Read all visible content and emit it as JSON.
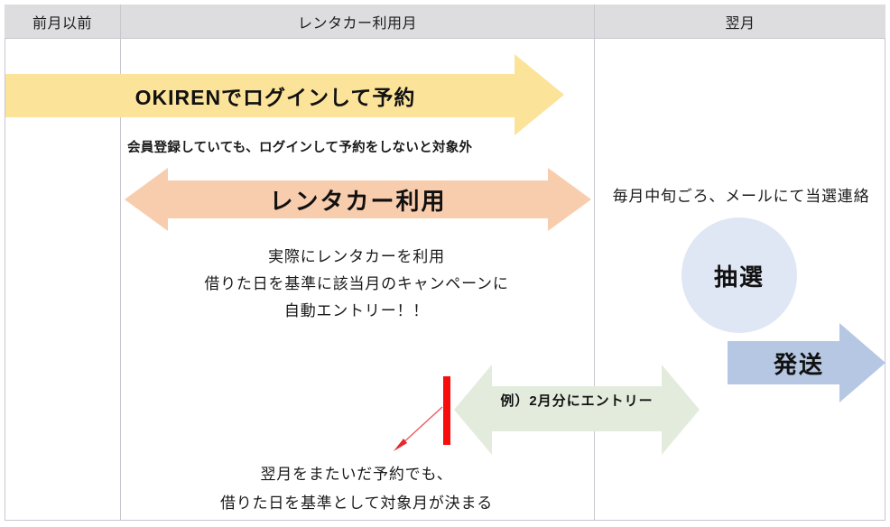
{
  "diagram": {
    "title_columns": [
      {
        "label": "前月以前",
        "name": "column-header-previous-months"
      },
      {
        "label": "レンタカー利用月",
        "name": "column-header-rental-month"
      },
      {
        "label": "翌月",
        "name": "column-header-next-month"
      }
    ],
    "yellow_arrow": {
      "label": "OKIRENでログインして予約",
      "note": "会員登録していても、ログインして予約をしないと対象外",
      "color": "#fce39a",
      "direction": "right"
    },
    "orange_arrow": {
      "label": "レンタカー利用",
      "color": "#f8cdae",
      "direction": "both",
      "notes": [
        "実際にレンタカーを利用",
        "借りた日を基準に該当月のキャンペーンに",
        "自動エントリー！！"
      ]
    },
    "green_arrow": {
      "label": "例）2月分にエントリー",
      "color": "#e3ecdc",
      "direction": "both"
    },
    "red_marker": {
      "color": "#f90c0c",
      "pointer_color": "#f24b4b"
    },
    "bottom_notes": [
      "翌月をまたいだ予約でも、",
      "借りた日を基準として対象月が決まる"
    ],
    "right_column": {
      "note": "毎月中旬ごろ、メールにて当選連絡",
      "lottery": {
        "label": "抽選",
        "color": "#dfe7f4"
      },
      "shipping": {
        "label": "発送",
        "color": "#b6c7e3",
        "direction": "right"
      }
    }
  },
  "colors": {
    "header_bg": "#dddcdf",
    "border": "#c9c6ce",
    "text": "#1a1a1a"
  }
}
